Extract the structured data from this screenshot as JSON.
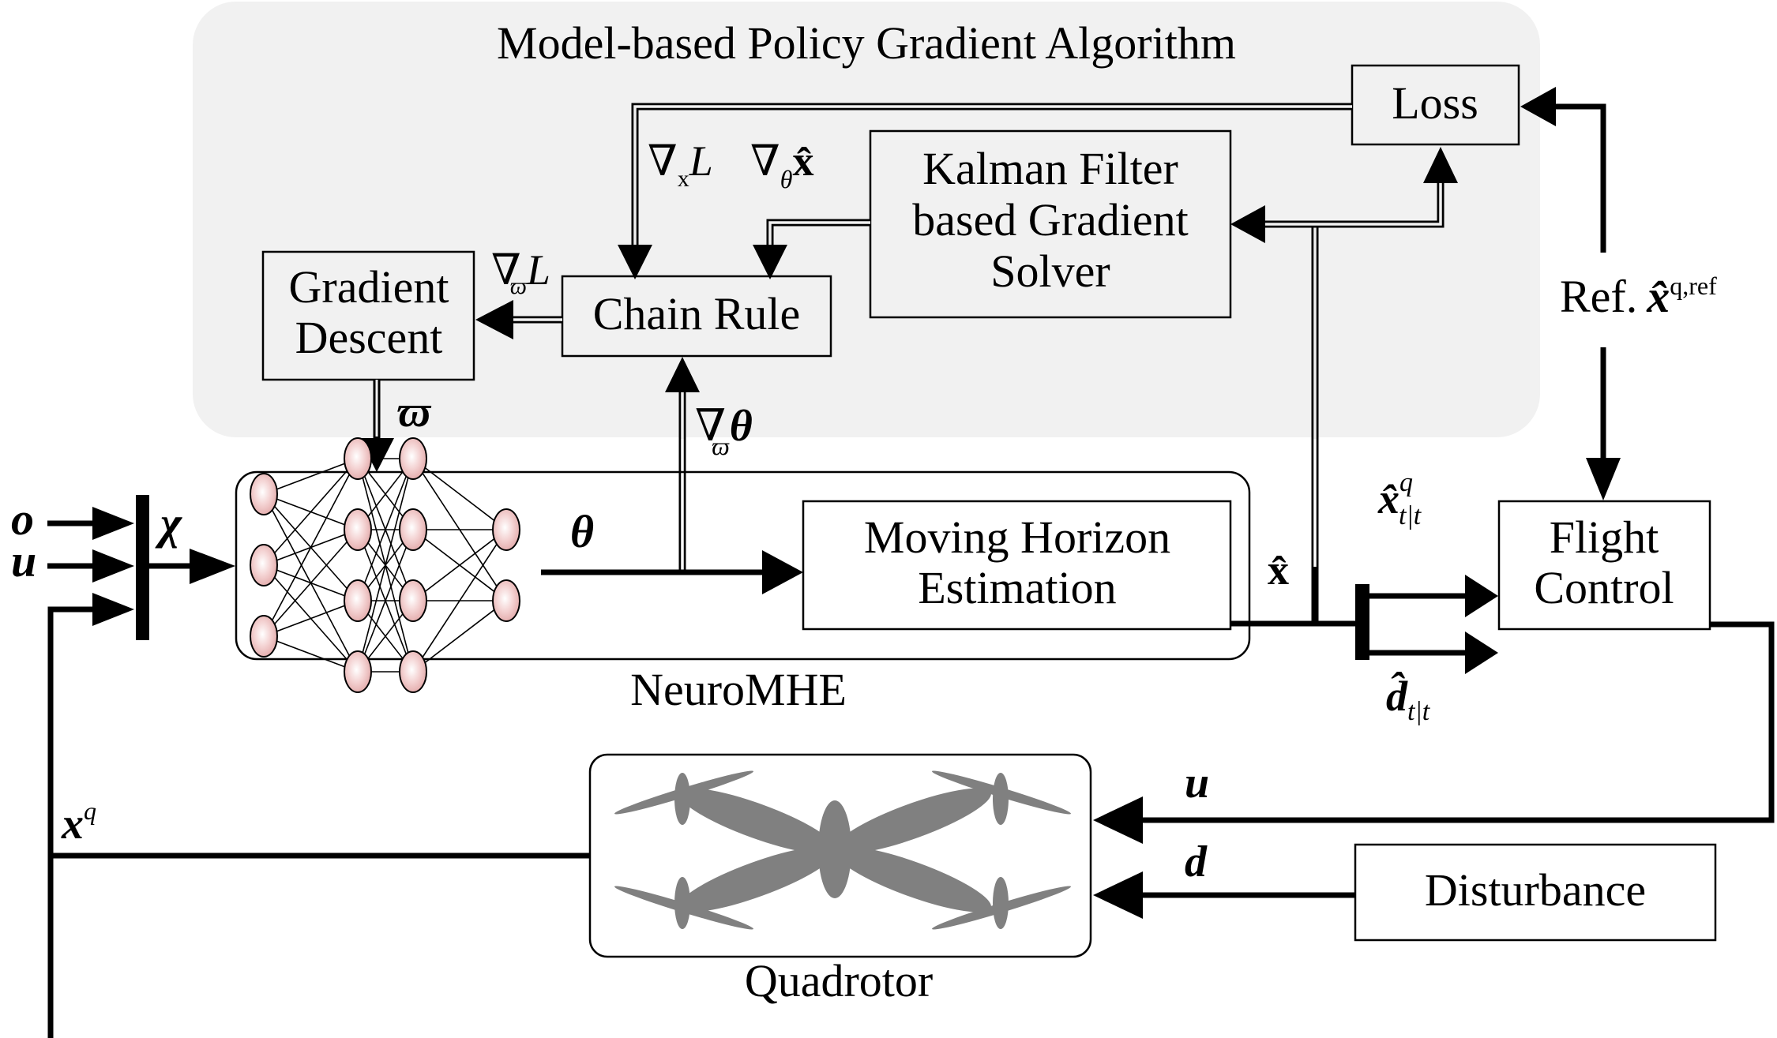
{
  "panel": {
    "title": "Model-based Policy Gradient Algorithm",
    "fill_color": "#f1f1f1"
  },
  "blocks": {
    "loss": "Loss",
    "kalman": [
      "Kalman Filter",
      "based Gradient",
      "Solver"
    ],
    "gradient_descent": [
      "Gradient",
      "Descent"
    ],
    "chain_rule": "Chain Rule",
    "mhe": [
      "Moving Horizon",
      "Estimation"
    ],
    "flight_control": [
      "Flight",
      "Control"
    ],
    "disturbance": "Disturbance",
    "neuromhe_caption": "NeuroMHE",
    "quadrotor_caption": "Quadrotor"
  },
  "signals": {
    "grad_x_L": {
      "nabla": "∇",
      "sub": "x",
      "main": "L"
    },
    "grad_theta_xhat": {
      "nabla": "∇",
      "sub": "θ",
      "main": "x̂"
    },
    "grad_varpi_L": {
      "nabla": "∇",
      "sub": "ϖ",
      "main": "L"
    },
    "grad_varpi_theta": {
      "nabla": "∇",
      "sub": "ϖ",
      "main": "θ"
    },
    "varpi": "ϖ",
    "theta": "θ",
    "chi": "χ",
    "o": "o",
    "u_in": "u",
    "xhat": "x̂",
    "xhat_q": {
      "main": "x̂",
      "sup": "q",
      "sub": "t|t"
    },
    "dhat": {
      "main": "d̂",
      "sub": "t|t"
    },
    "ref": {
      "prefix": "Ref.",
      "main": "x̂",
      "sup": "q,ref"
    },
    "u_ctrl": "u",
    "d": "d",
    "xq": {
      "main": "x",
      "sup": "q"
    }
  },
  "neural_net": {
    "layers": [
      3,
      4,
      4,
      2
    ],
    "neuron_color": "#f2c4c4"
  },
  "drone_color": "#808080"
}
